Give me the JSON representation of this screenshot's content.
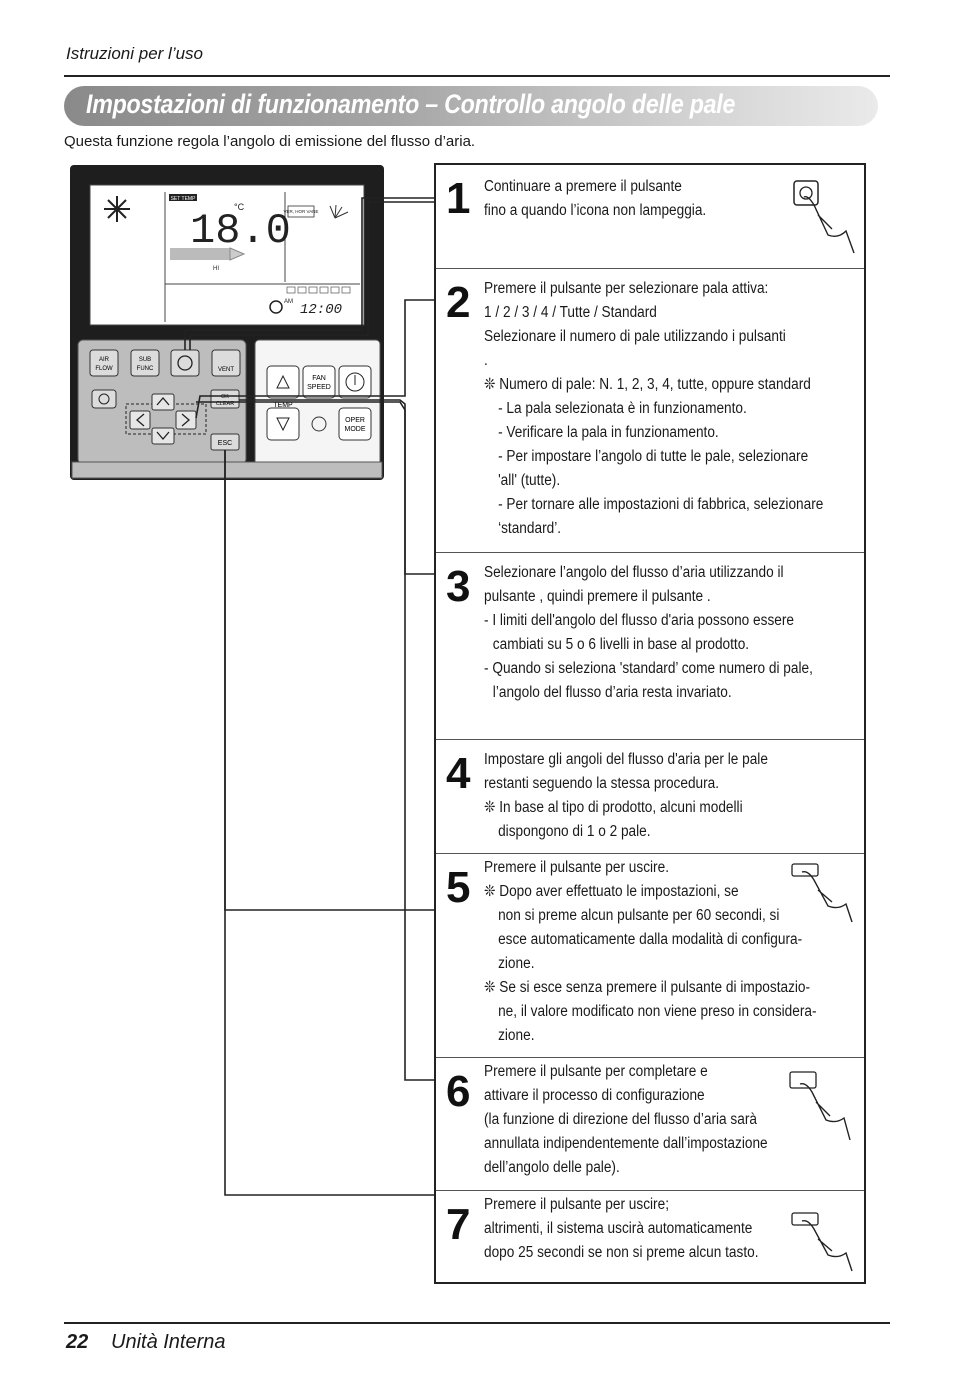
{
  "header": {
    "text": "Istruzioni per l’uso"
  },
  "title": "Impostazioni di funzionamento – Controllo angolo delle pale",
  "intro": "Questa funzione regola l’angolo di emissione del flusso d’aria.",
  "remote": {
    "display": {
      "set_temp_label": "SET TEMP",
      "temperature": "18.0",
      "unit": "°C",
      "vane_label": "VER, HOR VANE",
      "hi_label": "HI",
      "am_label": "AM",
      "clock": "12:00"
    },
    "buttons": {
      "air_flow": "AIR FLOW",
      "sub_func": "SUB FUNC",
      "vent": "VENT",
      "ok_clear": "OK CLEAR",
      "esc": "ESC",
      "fan_speed": "FAN SPEED",
      "temp": "TEMP",
      "oper_mode": "OPER MODE"
    }
  },
  "steps": [
    {
      "number": "1",
      "lines": [
        "Continuare a premere il pulsante",
        "fino a quando l’icona        non lampeggia."
      ]
    },
    {
      "number": "2",
      "lines": [
        "Premere il pulsante              per selezionare pala attiva:",
        "1 / 2 / 3 / 4 / Tutte / Standard",
        "Selezionare il numero di pale utilizzando i pulsanti",
        "              .",
        "❊ Numero di pale: N. 1, 2, 3, 4, tutte, oppure standard",
        "- La pala selezionata è in funzionamento.",
        "- Verificare la pala in funzionamento.",
        "- Per impostare l’angolo di tutte le pale, selezionare",
        "'all' (tutte).",
        "- Per tornare alle impostazioni di fabbrica, selezionare",
        "‘standard’."
      ]
    },
    {
      "number": "3",
      "lines": [
        "Selezionare l’angolo del flusso d’aria utilizzando il",
        "pulsante              , quindi premere il pulsante          .",
        "- I limiti dell'angolo del flusso d'aria possono essere",
        "cambiati su 5 o 6 livelli in base al prodotto.",
        "- Quando si seleziona 'standard’ come numero di pale,",
        "l’angolo del flusso d’aria resta invariato."
      ]
    },
    {
      "number": "4",
      "lines": [
        "Impostare gli angoli del flusso d'aria per le pale",
        "restanti seguendo la stessa procedura.",
        "❊ In base al tipo di prodotto, alcuni modelli",
        "dispongono di 1 o 2 pale."
      ]
    },
    {
      "number": "5",
      "lines": [
        "Premere il pulsante            per uscire.",
        "❊ Dopo aver effettuato le impostazioni, se",
        "non si preme alcun pulsante per 60 secondi, si",
        "esce automaticamente dalla modalità di configura-",
        "zione.",
        "❊ Se si esce senza premere il pulsante di impostazio-",
        "ne, il valore modificato non viene preso in considera-",
        "zione."
      ]
    },
    {
      "number": "6",
      "lines": [
        "Premere il pulsante            per completare e",
        "attivare il processo di configurazione",
        "(la funzione di direzione del flusso d’aria sarà",
        "annullata indipendentemente dall’impostazione",
        "dell’angolo delle pale)."
      ]
    },
    {
      "number": "7",
      "lines": [
        "Premere il pulsante            per uscire;",
        "altrimenti, il sistema uscirà automaticamente",
        "dopo 25 secondi se non si preme alcun tasto."
      ]
    }
  ],
  "footer": {
    "page": "22",
    "label": "Unità Interna"
  }
}
